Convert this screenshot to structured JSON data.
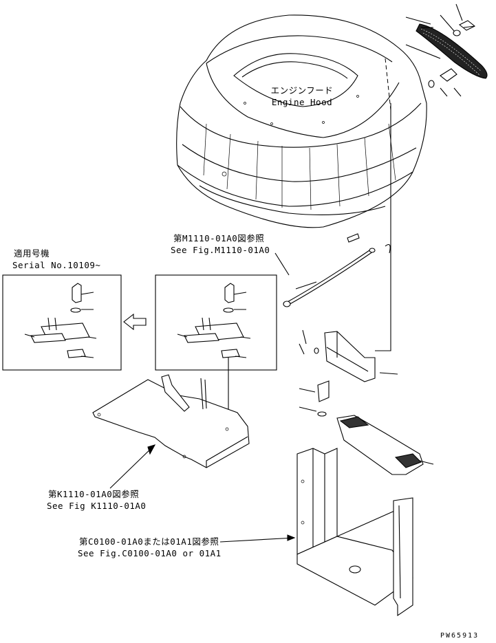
{
  "labels": {
    "engine_hood_jp": "エンジンフード",
    "engine_hood_en": "Engine Hood",
    "ref_m1110_jp": "第M1110-01A0図参照",
    "ref_m1110_en": "See Fig.M1110-01A0",
    "serial_jp": "適用号機",
    "serial_en": "Serial No.10109~",
    "ref_k1110_jp": "第K1110-01A0図参照",
    "ref_k1110_en": "See Fig K1110-01A0",
    "ref_c0100_jp": "第C0100-01A0または01A1図参照",
    "ref_c0100_en": "See Fig.C0100-01A0 or 01A1",
    "drawing_no": "PW65913"
  }
}
